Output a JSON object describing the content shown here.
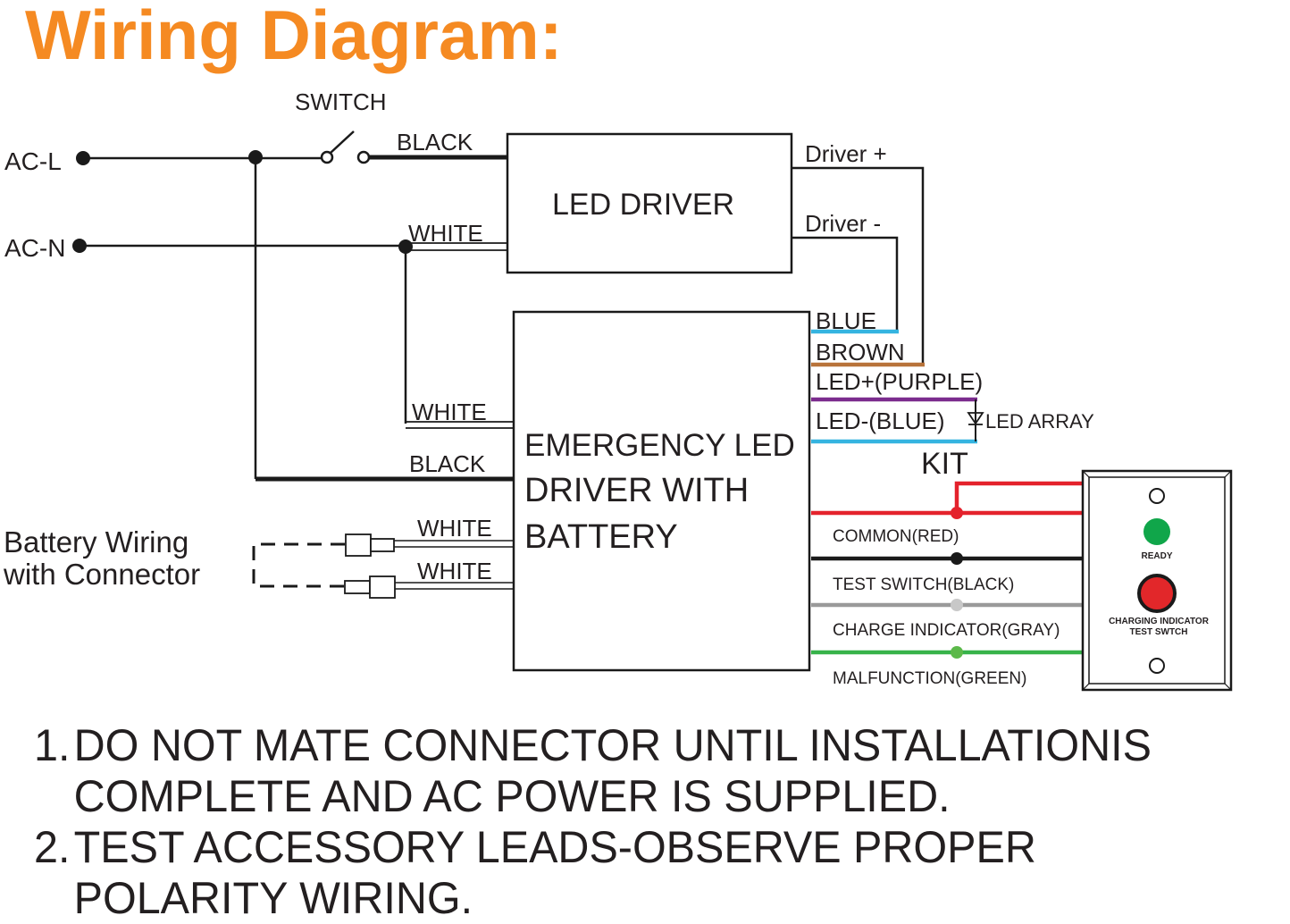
{
  "title": "Wiring Diagram:",
  "colors": {
    "title": "#f58a22",
    "blue": "#35b4e0",
    "brown": "#b8733a",
    "purple": "#7b2c8e",
    "red": "#e4222c",
    "black": "#1a1a1a",
    "gray": "#9a9a9a",
    "green": "#37b34a",
    "ready_led": "#10a64a",
    "test_button": "#e2272a"
  },
  "inputs": {
    "ac_l": "AC-L",
    "ac_n": "AC-N"
  },
  "switch": {
    "label": "SWITCH"
  },
  "led_driver": {
    "label": "LED DRIVER",
    "input_black": "BLACK",
    "input_white": "WHITE",
    "output_plus": "Driver +",
    "output_minus": "Driver -"
  },
  "emergency_driver": {
    "label_lines": [
      "EMERGENCY LED",
      "DRIVER WITH",
      "BATTERY"
    ],
    "input_white": "WHITE",
    "input_black": "BLACK",
    "battery_white_1": "WHITE",
    "battery_white_2": "WHITE",
    "outputs": {
      "blue": "BLUE",
      "brown": "BROWN",
      "led_plus": "LED+(PURPLE)",
      "led_minus": "LED-(BLUE)",
      "led_array": "LED ARRAY",
      "kit": "KIT"
    },
    "remote_leads": [
      {
        "label": "COMMON(RED)",
        "color": "red"
      },
      {
        "label": "TEST SWITCH(BLACK)",
        "color": "black"
      },
      {
        "label": "CHARGE INDICATOR(GRAY)",
        "color": "gray"
      },
      {
        "label": "MALFUNCTION(GREEN)",
        "color": "green"
      }
    ]
  },
  "battery": {
    "label_lines": [
      "Battery Wiring",
      "with Connector"
    ]
  },
  "wall_plate": {
    "ready_label": "READY",
    "button_label_lines": [
      "CHARGING INDICATOR",
      "TEST SWTCH"
    ]
  },
  "notes": [
    {
      "num": "1.",
      "lines": [
        "DO NOT MATE CONNECTOR UNTIL INSTALLATIONIS",
        "COMPLETE AND AC POWER IS SUPPLIED."
      ]
    },
    {
      "num": "2.",
      "lines": [
        "TEST ACCESSORY LEADS-OBSERVE PROPER",
        "POLARITY WIRING."
      ]
    }
  ]
}
